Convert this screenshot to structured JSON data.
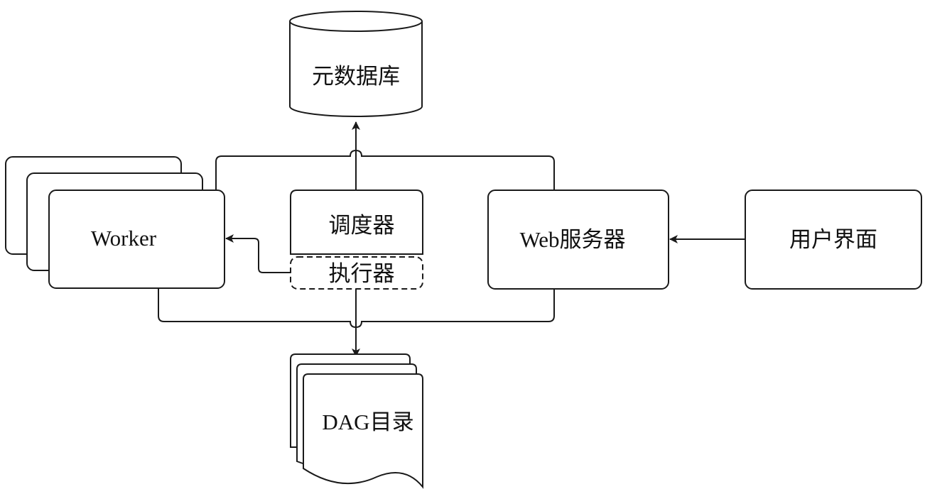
{
  "diagram": {
    "nodes": {
      "metadata_db": {
        "label": "元数据库",
        "shape": "cylinder"
      },
      "worker": {
        "label": "Worker",
        "shape": "stacked-rounded-rect"
      },
      "scheduler": {
        "label": "调度器",
        "shape": "rounded-rect"
      },
      "executor": {
        "label": "执行器",
        "shape": "dashed-rounded-rect"
      },
      "web_server": {
        "label": "Web服务器",
        "shape": "rounded-rect"
      },
      "user_interface": {
        "label": "用户界面",
        "shape": "rounded-rect"
      },
      "dag_directory": {
        "label": "DAG目录",
        "shape": "stacked-document"
      }
    },
    "edges": [
      {
        "from": "scheduler",
        "to": "metadata_db",
        "style": "arrow"
      },
      {
        "from": "executor",
        "to": "worker",
        "style": "arrow"
      },
      {
        "from": "executor",
        "to": "dag_directory",
        "style": "arrow"
      },
      {
        "from": "user_interface",
        "to": "web_server",
        "style": "arrow"
      },
      {
        "from": "worker",
        "to": "web_server",
        "style": "line",
        "note": "top bus connecting worker and web server to metadata db"
      },
      {
        "from": "worker",
        "to": "web_server",
        "style": "line",
        "note": "bottom bus connecting worker and web server to DAG directory"
      }
    ],
    "colors": {
      "stroke": "#1a1a1a",
      "background": "#ffffff",
      "text": "#111111"
    }
  }
}
